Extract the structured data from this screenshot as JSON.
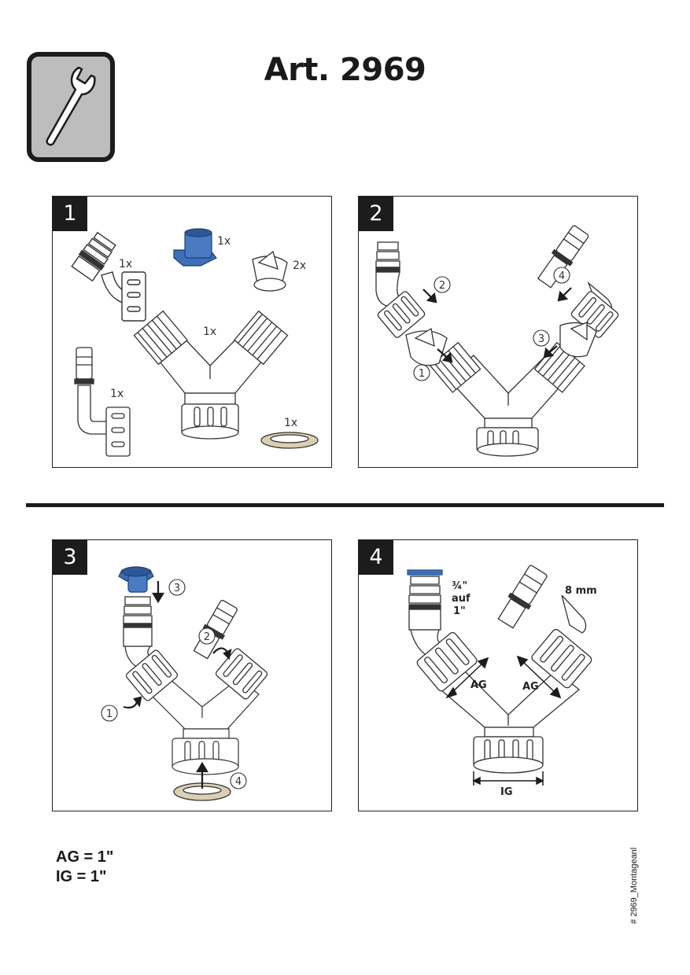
{
  "header": {
    "title": "Art. 2969",
    "icon": "wrench-icon"
  },
  "panels": [
    {
      "number": "1",
      "labels": {
        "nipple": "1x",
        "plug": "1x",
        "valves": "2x",
        "yfitting": "1x",
        "hose_elbow": "1x",
        "washer": "1x"
      }
    },
    {
      "number": "2",
      "steps": [
        "1",
        "2",
        "3",
        "4"
      ]
    },
    {
      "number": "3",
      "steps": [
        "1",
        "2",
        "3",
        "4"
      ]
    },
    {
      "number": "4",
      "labels": {
        "size_frac": "¾\"",
        "size_auf": "auf",
        "size_one": "1\"",
        "hose_size": "8 mm",
        "ag_left": "AG",
        "ag_right": "AG",
        "ig": "IG"
      }
    }
  ],
  "legend": {
    "ag": "AG = 1\"",
    "ig": "IG = 1\""
  },
  "reference": "# 2969_Montageanl",
  "colors": {
    "plug_blue": "#3d6fb6",
    "washer_tan": "#d9cfb2",
    "icon_grey": "#bdbdbd",
    "dark": "#1c1c1c"
  }
}
